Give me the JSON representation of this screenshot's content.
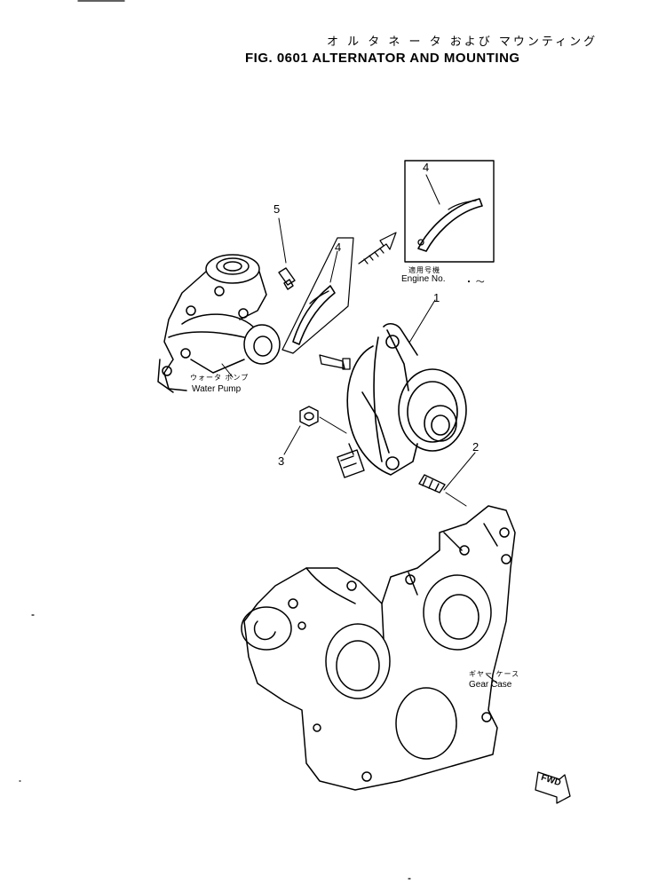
{
  "header": {
    "title_jp": "オ ル タ ネ ー タ および マウンティング",
    "title_en": "FIG. 0601  ALTERNATOR AND MOUNTING"
  },
  "inset": {
    "label_jp": "適用号機",
    "label_en": "Engine  No.",
    "range": "・   ～"
  },
  "labels": {
    "water_pump_jp": "ウォータ ポンプ",
    "water_pump_en": "Water Pump",
    "gear_case_jp": "ギヤー ケース",
    "gear_case_en": "Gear Case",
    "fwd": "FWD"
  },
  "parts": [
    {
      "number": "1"
    },
    {
      "number": "2"
    },
    {
      "number": "3"
    },
    {
      "number": "4"
    },
    {
      "number": "4"
    },
    {
      "number": "5"
    }
  ],
  "colors": {
    "ink": "#000000",
    "paper": "#ffffff"
  }
}
